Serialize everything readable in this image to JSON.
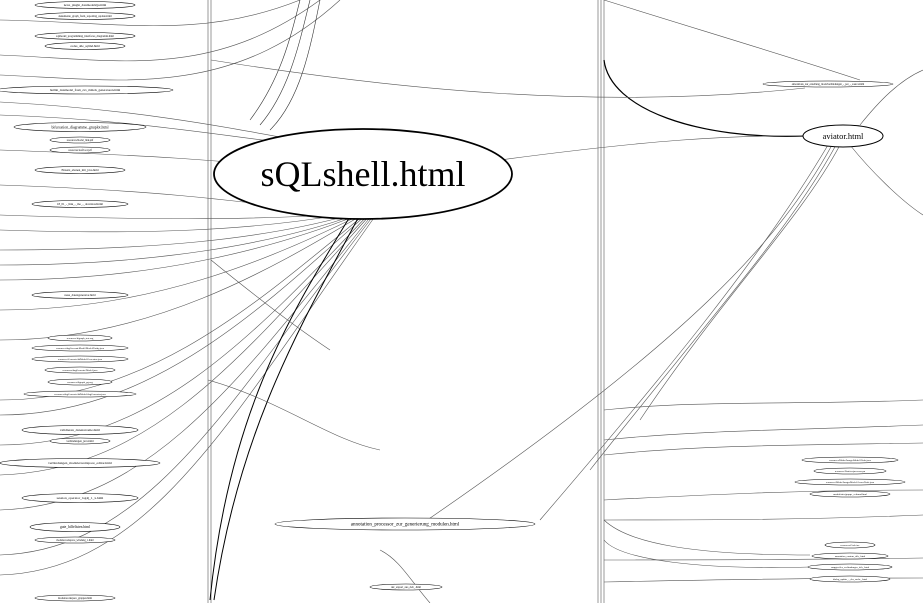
{
  "graph": {
    "nodes": [
      {
        "id": "sqlshell",
        "label": "sQLshell.html",
        "size": "huge"
      },
      {
        "id": "aviator",
        "label": "aviator.html",
        "size": "medium"
      },
      {
        "id": "annotation-processor",
        "label": "annotation_processor_zur_generierung_modulen.html",
        "size": "small"
      },
      {
        "id": "news-plugin",
        "label": "news_plugin_datamodel2gu.html",
        "size": "tiny"
      },
      {
        "id": "addon-graph",
        "label": "dokumente_graph_from_reporting_update.html",
        "size": "tiny"
      },
      {
        "id": "sqlmodel-objekt",
        "label": "sqlmodel_programming_interfaces_diagramm.html",
        "size": "tiny"
      },
      {
        "id": "codes-alle",
        "label": "codes_alle_sqlmd.html",
        "size": "tiny"
      },
      {
        "id": "builtin-datamodel",
        "label": "builtin_datamodel_from_zvs_mittels_generatoren.html",
        "size": "tiny"
      },
      {
        "id": "bifurcation",
        "label": "bifurcation_diagramme_gnuplot.html",
        "size": "tiny"
      },
      {
        "id": "model-leaf",
        "label": "resources/model_link.pdf",
        "size": "tiny"
      },
      {
        "id": "model-leaf-2",
        "label": "resources/leaf/tool.pdf",
        "size": "tiny"
      },
      {
        "id": "einsatz",
        "label": "Einsatz_ebenen_mit_java.html",
        "size": "tiny"
      },
      {
        "id": "cs",
        "label": "18_01_-_link_-_mo_-_download.html",
        "size": "tiny"
      },
      {
        "id": "neue-datengenerator",
        "label": "neue_datengenerator.html",
        "size": "tiny"
      },
      {
        "id": "res-1",
        "label": "resources/digraph_test.svg",
        "size": "tiny"
      },
      {
        "id": "res-2",
        "label": "resources/dagGenerateModel/Model/Entity.java",
        "size": "tiny"
      },
      {
        "id": "res-3",
        "label": "resources/Generate/ddModel/Generator.java",
        "size": "tiny"
      },
      {
        "id": "res-4",
        "label": "resources/dagGenerate/Model.java",
        "size": "tiny"
      },
      {
        "id": "res-5",
        "label": "resources/digraph_pg.svg",
        "size": "tiny"
      },
      {
        "id": "res-6",
        "label": "resources/dagGenerate/ddModel/dagGenerator.java",
        "size": "tiny"
      },
      {
        "id": "validieren",
        "label": "validieren_datenstrome.html",
        "size": "tiny"
      },
      {
        "id": "verbindungen-java",
        "label": "verbindungen_java.html",
        "size": "tiny"
      },
      {
        "id": "verbindungen-modul",
        "label": "verbindungen_modulerweitzpace_editor.html",
        "size": "tiny"
      },
      {
        "id": "session-operator",
        "label": "session_operator_log4j_1_x.html",
        "size": "tiny"
      },
      {
        "id": "gute-hilfelisten",
        "label": "gute_hilfelisten.html",
        "size": "tiny"
      },
      {
        "id": "modul-verbindung",
        "label": "moduleworkspace_windung_1.html",
        "size": "tiny"
      },
      {
        "id": "modul-gruppen",
        "label": "moduleworkspace_gruppen.html",
        "size": "tiny"
      },
      {
        "id": "annot-right",
        "label": "annotations_zur_erstellung_modelverbindungen_-_per_-_source.html",
        "size": "tiny"
      },
      {
        "id": "r-res-1",
        "label": "resources/Bilder/ImagesModel/Node.java",
        "size": "tiny"
      },
      {
        "id": "r-res-2",
        "label": "resources/Dateien/prozesse.pn",
        "size": "tiny"
      },
      {
        "id": "r-res-3",
        "label": "resources/Bilder/ImagesModel/ArrowNode.java",
        "size": "tiny"
      },
      {
        "id": "r-res-4",
        "label": "moduleinfo/gruppe_verbund.html",
        "size": "tiny"
      },
      {
        "id": "r-res-5",
        "label": "resources/Code/src",
        "size": "tiny"
      },
      {
        "id": "r-res-6",
        "label": "annotation_custom_deb_.html",
        "size": "tiny"
      },
      {
        "id": "r-res-7",
        "label": "cmpgen/des_verbindungen_deb_.html",
        "size": "tiny"
      },
      {
        "id": "r-res-8",
        "label": "dialog_update_-_des_sache_.html",
        "size": "tiny"
      },
      {
        "id": "der-export",
        "label": "der_export_aus_deb_.html",
        "size": "tiny"
      }
    ]
  }
}
